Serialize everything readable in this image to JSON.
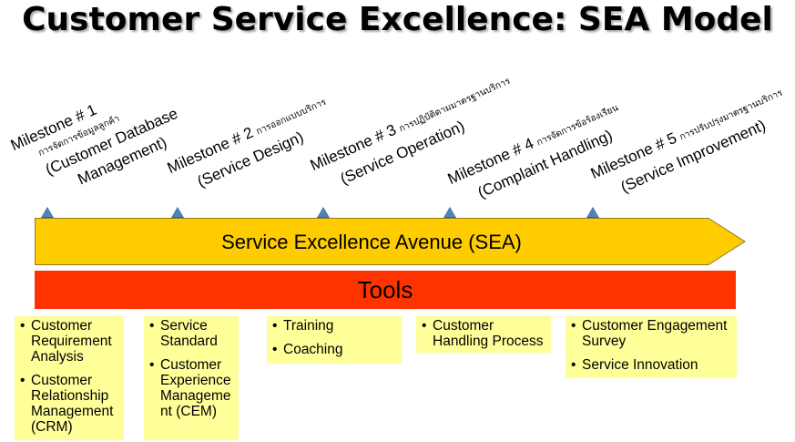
{
  "title": "Customer Service Excellence: SEA Model",
  "milestones": [
    {
      "heading": "Milestone # 1",
      "thai": "การจัดการข้อมูลลูกค้า",
      "sub1": "(Customer Database",
      "sub2": "Management)"
    },
    {
      "heading": "Milestone # 2",
      "thai": "การออกแบบบริการ",
      "sub1": "(Service Design)"
    },
    {
      "heading": "Milestone # 3",
      "thai": "การปฏิบัติตามมาตรฐานบริการ",
      "sub1": "(Service Operation)"
    },
    {
      "heading": "Milestone # 4",
      "thai": "การจัดการข้อร้องเรียน",
      "sub1": "(Complaint Handling)"
    },
    {
      "heading": "Milestone # 5",
      "thai": "การปรับปรุงมาตรฐานบริการ",
      "sub1": "(Service Improvement)"
    }
  ],
  "avenue": {
    "label": "Service Excellence Avenue (SEA)",
    "color": "#ffcc00"
  },
  "tools": {
    "label": "Tools",
    "color": "#ff3300"
  },
  "tool_boxes": [
    {
      "items": [
        "Customer Requirement Analysis",
        "Customer Relationship Management (CRM)"
      ]
    },
    {
      "items": [
        "Service Standard",
        "Customer Experience Manageme nt (CEM)"
      ]
    },
    {
      "items": [
        "Training",
        "Coaching"
      ]
    },
    {
      "items": [
        "Customer Handling Process"
      ]
    },
    {
      "items": [
        "Customer Engagement Survey",
        "Service Innovation"
      ]
    }
  ],
  "colors": {
    "box": "#ffff99",
    "marker": "#4f81bd"
  }
}
